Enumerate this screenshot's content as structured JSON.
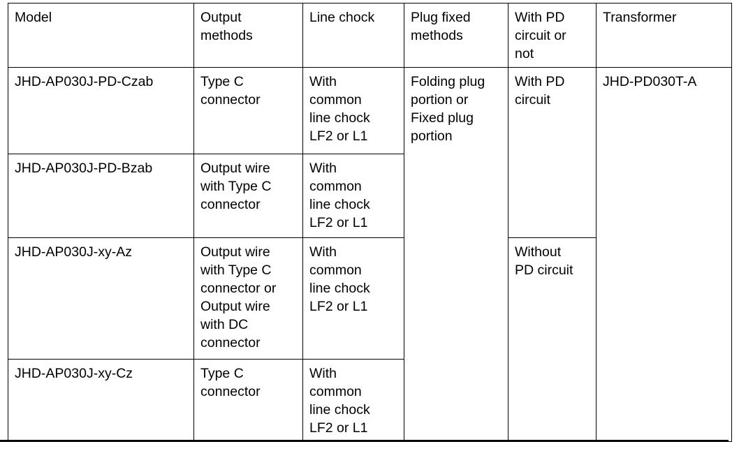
{
  "table": {
    "name": "model-specification-table",
    "columns": [
      {
        "key": "model",
        "header": "Model"
      },
      {
        "key": "output",
        "header": "Output\nmethods"
      },
      {
        "key": "chock",
        "header": "Line chock"
      },
      {
        "key": "plug",
        "header": "Plug fixed\nmethods"
      },
      {
        "key": "pd",
        "header": "With PD\ncircuit or\nnot"
      },
      {
        "key": "transformer",
        "header": "Transformer"
      }
    ],
    "rows": [
      {
        "model": "JHD-AP030J-PD-Czab",
        "output": "Type C\nconnector",
        "chock": "With\ncommon\nline chock\nLF2 or L1"
      },
      {
        "model": "JHD-AP030J-PD-Bzab",
        "output": "Output wire\nwith Type C\nconnector",
        "chock": "With\ncommon\nline chock\nLF2 or L1"
      },
      {
        "model": "JHD-AP030J-xy-Az",
        "output": "Output wire\nwith Type C\nconnector or\nOutput wire\nwith DC\nconnector",
        "chock": "With\ncommon\nline chock\nLF2 or L1"
      },
      {
        "model": "JHD-AP030J-xy-Cz",
        "output": "Type C\nconnector",
        "chock": "With\ncommon\nline chock\nLF2 or L1"
      }
    ],
    "merged": {
      "plug_fixed_methods": "Folding plug\nportion or\nFixed plug\nportion",
      "pd_with": "With PD\ncircuit",
      "pd_without": "Without\nPD circuit",
      "transformer": "JHD-PD030T-A"
    }
  },
  "colors": {
    "border": "#000000",
    "text": "#000000",
    "background": "#ffffff"
  }
}
